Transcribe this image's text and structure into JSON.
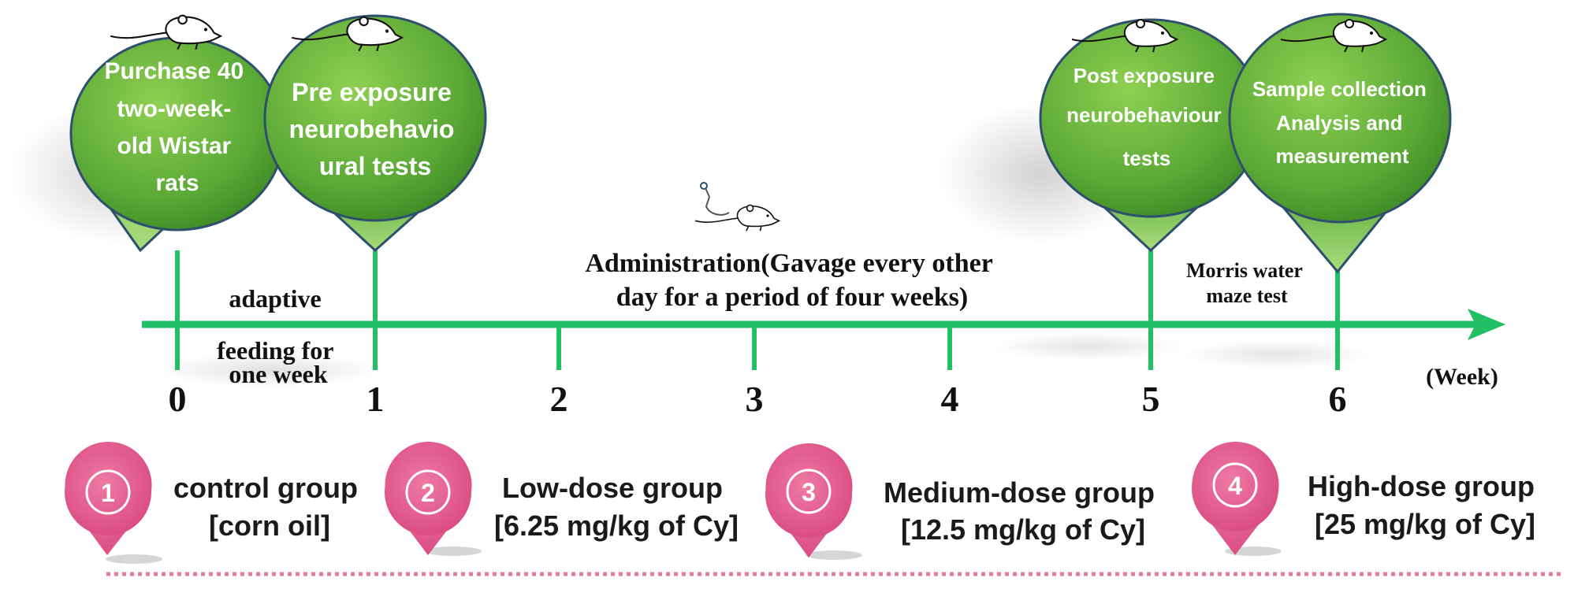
{
  "timeline": {
    "unit_label": "(Week)",
    "weeks": [
      "0",
      "1",
      "2",
      "3",
      "4",
      "5",
      "6"
    ],
    "axis_color": "#22c065"
  },
  "milestones": [
    {
      "lines": [
        "Purchase 40",
        "two-week-",
        "old Wistar",
        "rats"
      ]
    },
    {
      "lines": [
        "Pre exposure",
        "neurobehavio",
        "ural tests"
      ]
    },
    {
      "lines": [
        "Post exposure",
        "neurobehaviour",
        "tests"
      ]
    },
    {
      "lines": [
        "Sample collection",
        "Analysis and",
        "measurement"
      ]
    }
  ],
  "phases": {
    "adaptive": [
      "adaptive",
      "feeding for",
      "one week"
    ],
    "administration": [
      "Administration(Gavage every other",
      "day for a period of four weeks)"
    ],
    "morris": [
      "Morris water",
      "maze test"
    ]
  },
  "groups": [
    {
      "number": "1",
      "name": "control group",
      "dose": "[corn oil]"
    },
    {
      "number": "2",
      "name": "Low-dose group",
      "dose": "[6.25 mg/kg of Cy]"
    },
    {
      "number": "3",
      "name": "Medium-dose group",
      "dose": "[12.5 mg/kg of Cy]"
    },
    {
      "number": "4",
      "name": "High-dose group",
      "dose": "[25 mg/kg of Cy]"
    }
  ],
  "colors": {
    "pin_green_light": "#8fd052",
    "pin_green_dark": "#3e8a24",
    "pin_outline": "#2f4f6e",
    "group_pink": "#e05a8a",
    "dotted_line": "#e07aa0"
  }
}
